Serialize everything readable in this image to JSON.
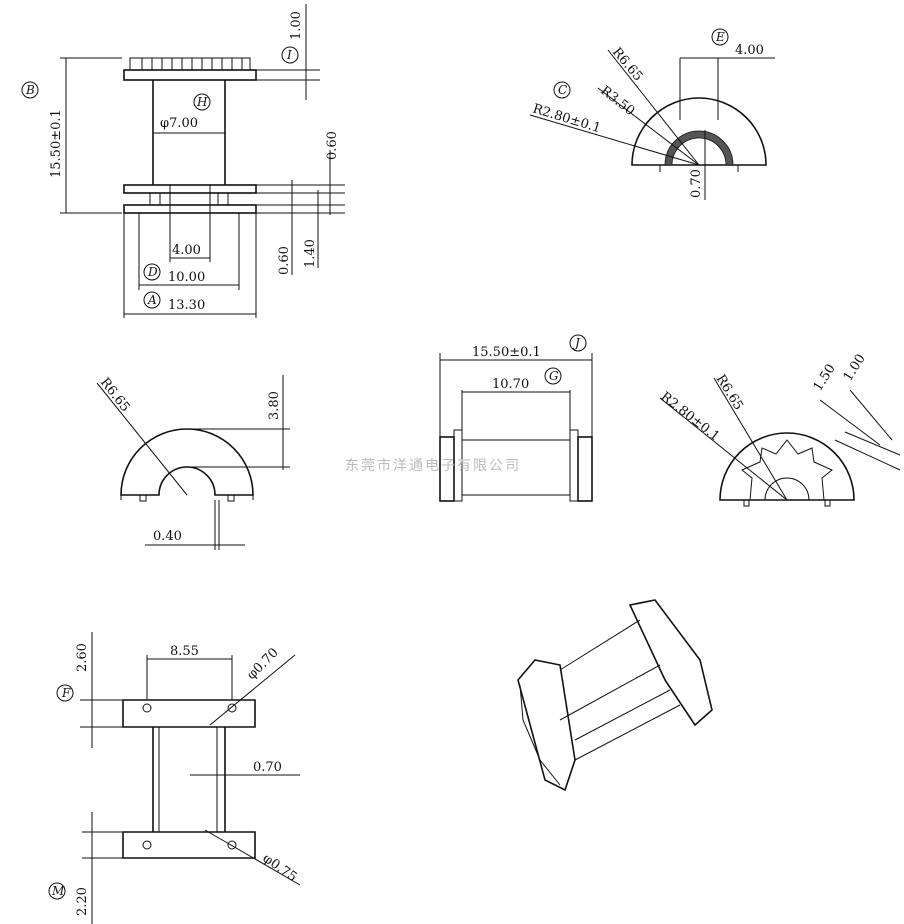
{
  "views": {
    "front": {
      "dims": {
        "overall_height": "15.50±0.1",
        "flange_thk": "1.00",
        "bore_dia": "φ7.00",
        "gap_top": "0.60",
        "gap_mid": "0.60",
        "flange_step": "1.40",
        "slot_w": "4.00",
        "pin_span": "10.00",
        "flange_w": "13.30"
      },
      "labels": {
        "A": "A",
        "B": "B",
        "D": "D",
        "H": "H",
        "I": "I"
      }
    },
    "top_right": {
      "dims": {
        "r_outer": "R6.65",
        "r_inner": "R3.50",
        "r_bore": "R2.80±0.1",
        "w_slot": "4.00",
        "wall": "0.70"
      },
      "labels": {
        "C": "C",
        "E": "E"
      }
    },
    "mid_left": {
      "dims": {
        "r_outer": "R6.65",
        "height": "3.80",
        "pin_gap": "0.40"
      }
    },
    "mid_center": {
      "dims": {
        "length": "15.50±0.1",
        "inner": "10.70"
      },
      "labels": {
        "J": "J",
        "G": "G"
      }
    },
    "mid_right": {
      "dims": {
        "r_outer": "R6.65",
        "r_bore": "R2.80±0.1",
        "tooth": "1.50",
        "tooth_gap": "1.00"
      }
    },
    "bottom_left": {
      "dims": {
        "top_h": "2.60",
        "span": "8.55",
        "hole_top": "φ0.70",
        "wall": "0.70",
        "hole_bot": "φ0.75",
        "bot_h": "2.20"
      },
      "labels": {
        "F": "F",
        "M": "M"
      }
    }
  },
  "watermark": "东莞市洋通电子有限公司"
}
